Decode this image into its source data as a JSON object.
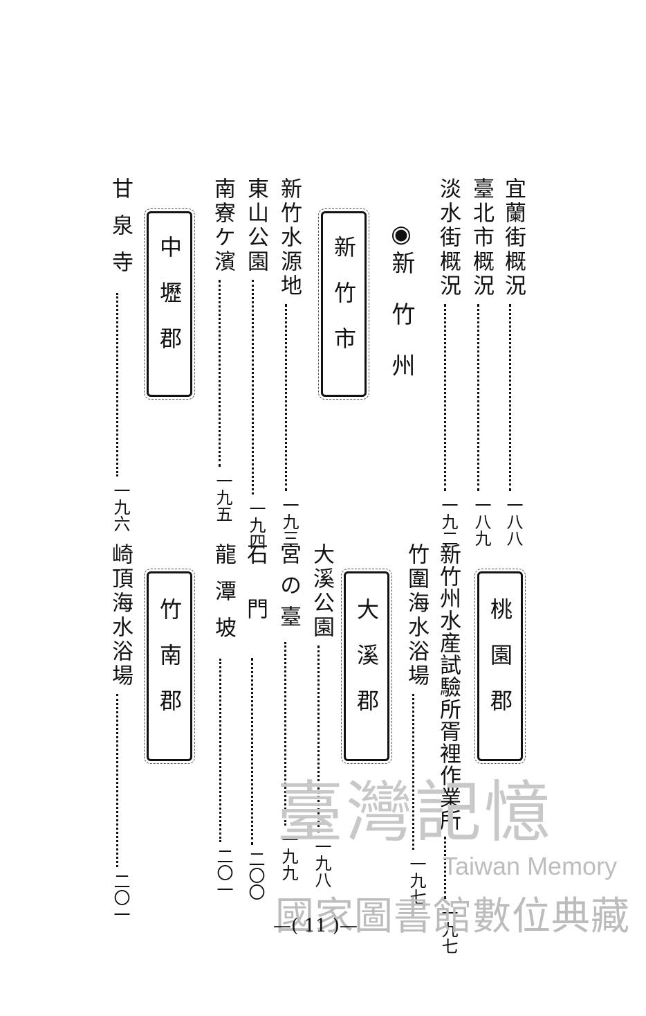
{
  "top_entries": [
    {
      "title": "宜蘭街概況",
      "page": "一八八"
    },
    {
      "title": "臺北市概況",
      "page": "一八九"
    },
    {
      "title": "淡水街概況",
      "page": "一九二"
    },
    {
      "title": "新竹水源地",
      "page": "一九三"
    },
    {
      "title": "東山公園",
      "page": "一九四"
    },
    {
      "title": "南寮ケ濱",
      "page": "一九五"
    },
    {
      "title": "甘泉寺",
      "page": "一九六"
    }
  ],
  "bottom_entries": [
    {
      "title": "新竹州水産試驗所胥裡作業所",
      "page": "一九七"
    },
    {
      "title": "竹圍海水浴場",
      "page": "一九七"
    },
    {
      "title": "大溪公園",
      "page": "一九八"
    },
    {
      "title": "宮の臺",
      "page": "一九九"
    },
    {
      "title": "石門",
      "page": "二〇〇"
    },
    {
      "title": "龍潭坡",
      "page": "二〇一"
    },
    {
      "title": "崎頂海水浴場",
      "page": "二〇一"
    }
  ],
  "section_heading": {
    "bullet": "◉",
    "text": "新竹州"
  },
  "boxes": {
    "shinchiku_city": "新竹市",
    "churei_county": "中壢郡",
    "toen_county": "桃園郡",
    "daikei_county": "大溪郡",
    "chikunan_county": "竹南郡"
  },
  "watermark": {
    "logo": "臺灣記憶",
    "english": "Taiwan Memory",
    "library": "國家圖書館數位典藏"
  },
  "footer": {
    "page_number": "—( 11 )—"
  }
}
